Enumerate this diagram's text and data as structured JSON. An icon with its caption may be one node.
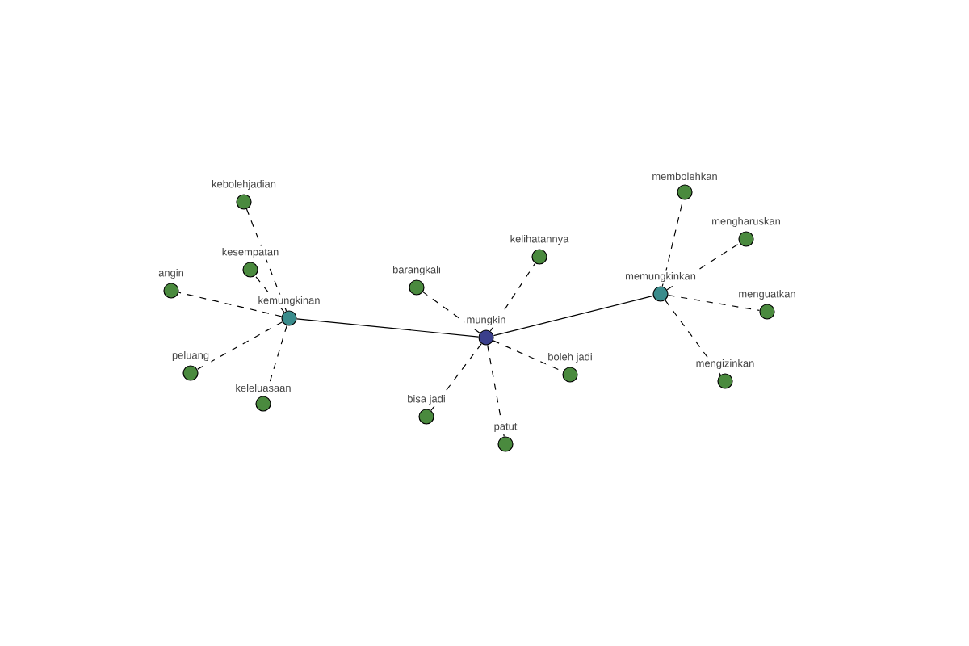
{
  "diagram": {
    "nodes": [
      {
        "text": [
          "mungkin"
        ]
      },
      {
        "text": [
          "kemungkinan"
        ]
      },
      {
        "text": [
          "memungkinkan"
        ]
      },
      {
        "text": [
          "kebolehjadian"
        ]
      },
      {
        "text": [
          "kesempatan"
        ]
      },
      {
        "text": [
          "angin"
        ]
      },
      {
        "text": [
          "peluang"
        ]
      },
      {
        "text": [
          "keleluasaan"
        ]
      },
      {
        "text": [
          "barangkali"
        ]
      },
      {
        "text": [
          "kelihatannya"
        ]
      },
      {
        "text": [
          "boleh jadi"
        ]
      },
      {
        "text": [
          "bisa jadi"
        ]
      },
      {
        "text": [
          "patut"
        ]
      },
      {
        "text": [
          "membolehkan"
        ]
      },
      {
        "text": [
          "mengharuskan"
        ]
      },
      {
        "text": [
          "menguatkan"
        ]
      },
      {
        "text": [
          "mengizinkan"
        ]
      }
    ],
    "edges": [
      {
        "from": 0,
        "to": 1,
        "arrow": "none"
      },
      {
        "from": 0,
        "to": 2,
        "arrow": "none"
      },
      {
        "from": 1,
        "to": 3,
        "arrow": "none",
        "style": "dashed"
      },
      {
        "from": 1,
        "to": 4,
        "arrow": "none",
        "style": "dashed"
      },
      {
        "from": 1,
        "to": 5,
        "arrow": "none",
        "style": "dashed"
      },
      {
        "from": 1,
        "to": 6,
        "arrow": "none",
        "style": "dashed"
      },
      {
        "from": 1,
        "to": 7,
        "arrow": "none",
        "style": "dashed"
      },
      {
        "from": 0,
        "to": 8,
        "arrow": "none",
        "style": "dashed"
      },
      {
        "from": 0,
        "to": 9,
        "arrow": "none",
        "style": "dashed"
      },
      {
        "from": 0,
        "to": 10,
        "arrow": "none",
        "style": "dashed"
      },
      {
        "from": 0,
        "to": 11,
        "arrow": "none",
        "style": "dashed"
      },
      {
        "from": 0,
        "to": 12,
        "arrow": "none",
        "style": "dashed"
      },
      {
        "from": 2,
        "to": 13,
        "arrow": "none",
        "style": "dashed"
      },
      {
        "from": 2,
        "to": 14,
        "arrow": "none",
        "style": "dashed"
      },
      {
        "from": 2,
        "to": 15,
        "arrow": "none",
        "style": "dashed"
      },
      {
        "from": 2,
        "to": 16,
        "arrow": "none",
        "style": "dashed"
      }
    ]
  }
}
